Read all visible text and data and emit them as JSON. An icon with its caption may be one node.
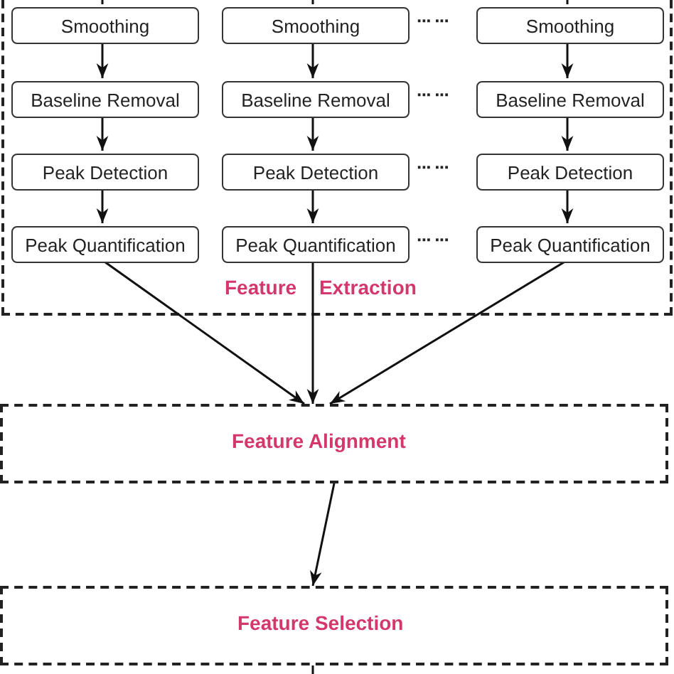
{
  "diagram": {
    "nodes": [
      {
        "text": [
          "Feature Extraction"
        ]
      },
      {
        "text": [
          "Smoothing"
        ],
        "in": 0
      },
      {
        "text": [
          "Smoothing"
        ],
        "in": 0
      },
      {
        "text": [
          "Smoothing"
        ],
        "in": 0
      },
      {
        "text": [
          "Baseline Removal"
        ],
        "in": 0
      },
      {
        "text": [
          "Baseline Removal"
        ],
        "in": 0
      },
      {
        "text": [
          "Baseline Removal"
        ],
        "in": 0
      },
      {
        "text": [
          "Peak Detection"
        ],
        "in": 0
      },
      {
        "text": [
          "Peak Detection"
        ],
        "in": 0
      },
      {
        "text": [
          "Peak Detection"
        ],
        "in": 0
      },
      {
        "text": [
          "Peak Quantification"
        ],
        "in": 0
      },
      {
        "text": [
          "Peak Quantification"
        ],
        "in": 0
      },
      {
        "text": [
          "Peak Quantification"
        ],
        "in": 0
      },
      {
        "text": [
          "Feature Alignment"
        ]
      },
      {
        "text": [
          "Feature Selection"
        ]
      }
    ],
    "edges": [
      {
        "from": null,
        "to": 1,
        "arrow": "none"
      },
      {
        "from": null,
        "to": 2,
        "arrow": "none"
      },
      {
        "from": null,
        "to": 3,
        "arrow": "none"
      },
      {
        "from": 1,
        "to": 4,
        "arrow": "to"
      },
      {
        "from": 2,
        "to": 5,
        "arrow": "to"
      },
      {
        "from": 3,
        "to": 6,
        "arrow": "to"
      },
      {
        "from": 4,
        "to": 7,
        "arrow": "to"
      },
      {
        "from": 5,
        "to": 8,
        "arrow": "to"
      },
      {
        "from": 6,
        "to": 9,
        "arrow": "to"
      },
      {
        "from": 7,
        "to": 10,
        "arrow": "to"
      },
      {
        "from": 8,
        "to": 11,
        "arrow": "to"
      },
      {
        "from": 9,
        "to": 12,
        "arrow": "to"
      },
      {
        "from": 10,
        "to": 13,
        "arrow": "to"
      },
      {
        "from": 11,
        "to": 13,
        "arrow": "to"
      },
      {
        "from": 12,
        "to": 13,
        "arrow": "to"
      },
      {
        "from": 13,
        "to": 14,
        "arrow": "to"
      },
      {
        "from": 14,
        "to": null,
        "arrow": "none"
      }
    ],
    "labels": [
      "··· ···",
      "··· ···",
      "··· ···",
      "··· ···"
    ]
  }
}
